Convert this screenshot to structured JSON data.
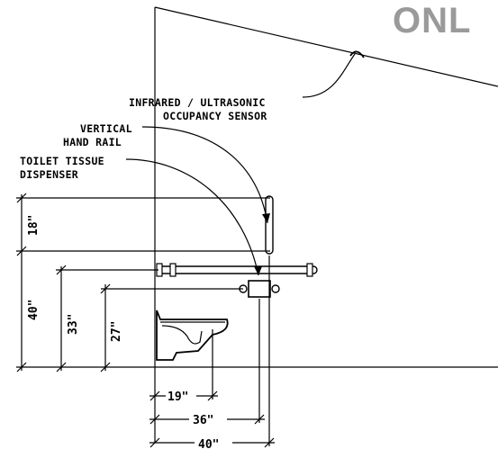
{
  "title_partial": "ONL",
  "labels": {
    "sensor_line1": "INFRARED / ULTRASONIC",
    "sensor_line2": "OCCUPANCY SENSOR",
    "rail_line1": "VERTICAL",
    "rail_line2": "HAND RAIL",
    "tissue_line1": "TOILET TISSUE",
    "tissue_line2": "DISPENSER"
  },
  "dimensions": {
    "vertical_rail_span": "18\"",
    "grab_bar_height": "40\"",
    "horizontal_bar_height": "33\"",
    "tissue_height": "27\"",
    "toilet_centerline": "19\"",
    "tissue_offset": "36\"",
    "rail_offset": "40\""
  }
}
